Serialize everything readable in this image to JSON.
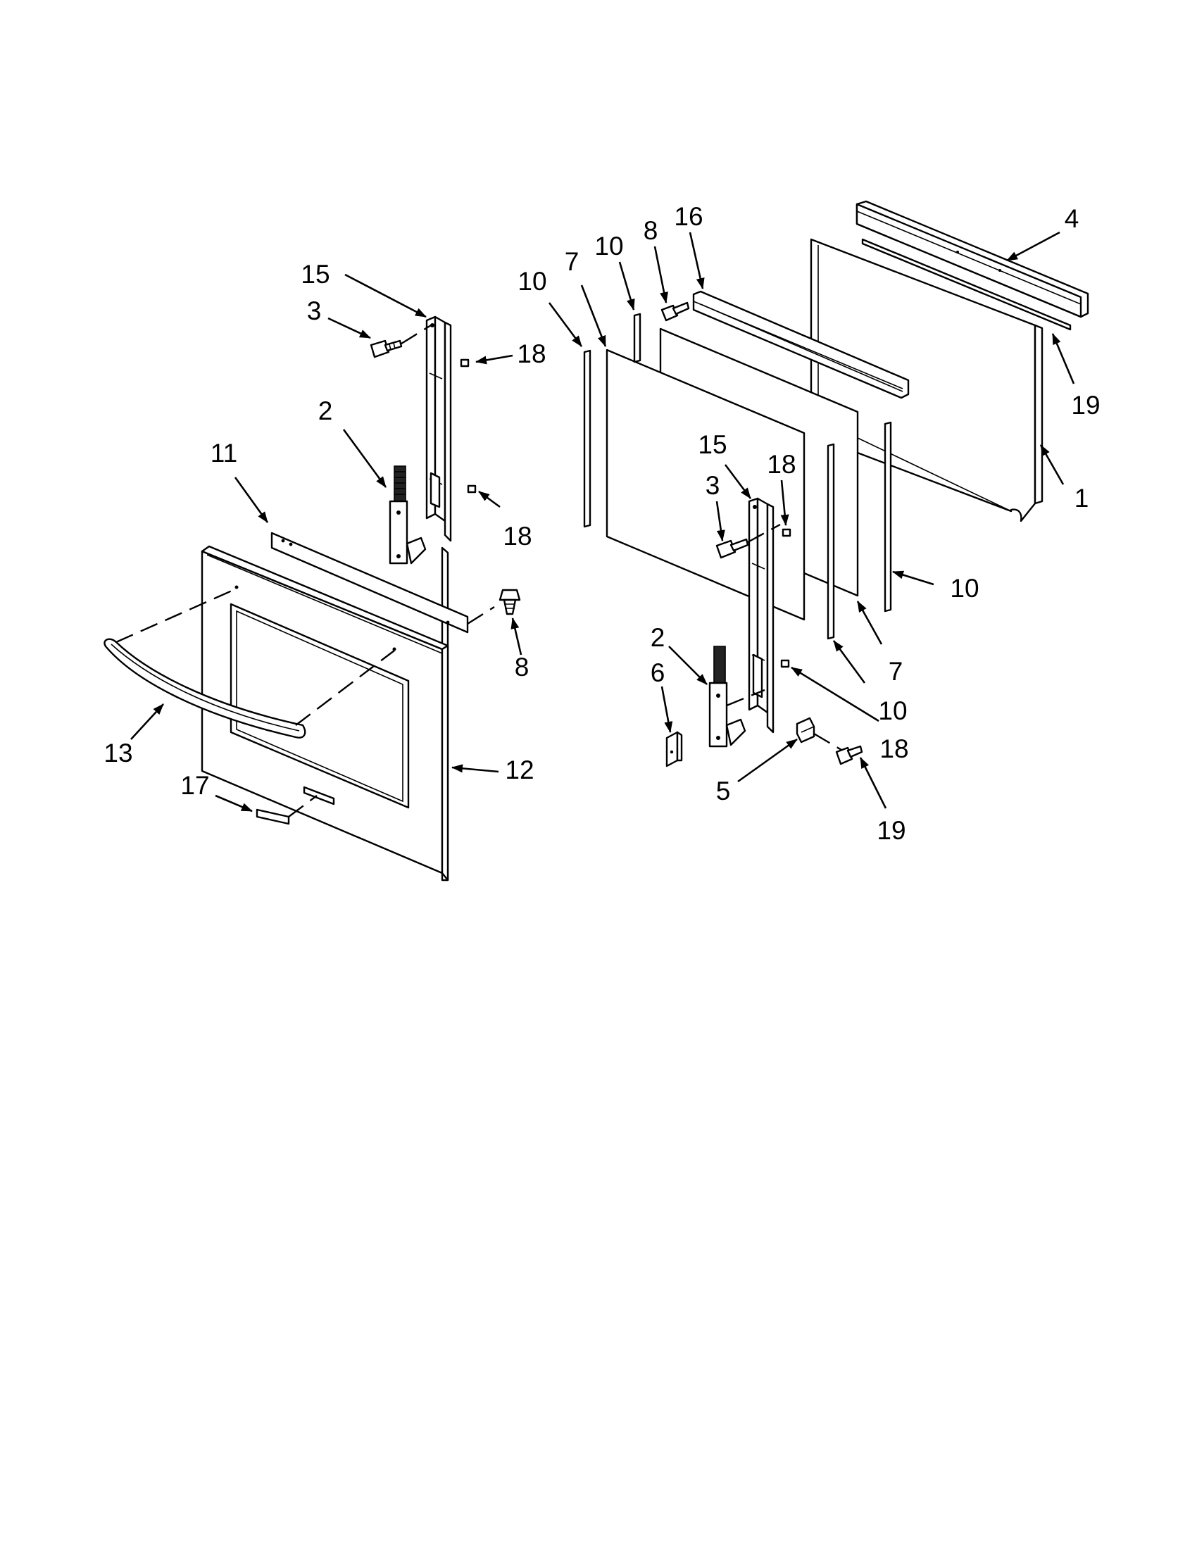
{
  "diagram": {
    "callouts": [
      {
        "id": "c15a",
        "text": "15"
      },
      {
        "id": "c3a",
        "text": "3"
      },
      {
        "id": "c18a",
        "text": "18"
      },
      {
        "id": "c2a",
        "text": "2"
      },
      {
        "id": "c18b",
        "text": "18"
      },
      {
        "id": "c11",
        "text": "11"
      },
      {
        "id": "c8a",
        "text": "8"
      },
      {
        "id": "c13",
        "text": "13"
      },
      {
        "id": "c12",
        "text": "12"
      },
      {
        "id": "c17",
        "text": "17"
      },
      {
        "id": "c10a",
        "text": "10"
      },
      {
        "id": "c7a",
        "text": "7"
      },
      {
        "id": "c10b",
        "text": "10"
      },
      {
        "id": "c8b",
        "text": "8"
      },
      {
        "id": "c16",
        "text": "16"
      },
      {
        "id": "c4",
        "text": "4"
      },
      {
        "id": "c19a",
        "text": "19"
      },
      {
        "id": "c1",
        "text": "1"
      },
      {
        "id": "c15b",
        "text": "15"
      },
      {
        "id": "c18c",
        "text": "18"
      },
      {
        "id": "c3b",
        "text": "3"
      },
      {
        "id": "c10c",
        "text": "10"
      },
      {
        "id": "c7b",
        "text": "7"
      },
      {
        "id": "c10d",
        "text": "10"
      },
      {
        "id": "c2b",
        "text": "2"
      },
      {
        "id": "c6",
        "text": "6"
      },
      {
        "id": "c18d",
        "text": "18"
      },
      {
        "id": "c5",
        "text": "5"
      },
      {
        "id": "c19b",
        "text": "19"
      }
    ]
  }
}
